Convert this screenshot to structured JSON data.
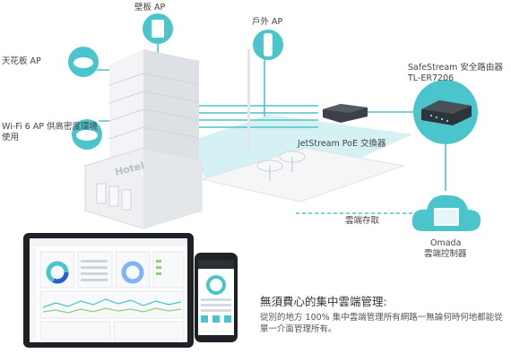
{
  "labels": {
    "wall_ap": "壁板 AP",
    "outdoor_ap": "戶外 AP",
    "ceiling_ap": "天花板 AP",
    "wifi6_ap": "Wi-Fi 6 AP 供高密度環境使用",
    "router": "SafeStream 安全路由器 TL-ER7206",
    "switch": "JetStream PoE 交換器",
    "cloud_storage": "雲端存取",
    "controller_line1": "Omada",
    "controller_line2": "雲端控制器",
    "hotel_sign": "Hotel"
  },
  "bottom": {
    "title": "無須費心的集中雲端管理:",
    "body": "從別的地方 100% 集中雲端管理所有網路一無論何時何地都能從單一介面管理所有。"
  },
  "colors": {
    "teal": "#4bc4cb",
    "teal_light": "#8fd9de",
    "building": "#e6e9ec",
    "building_dark": "#cfd4d9",
    "device": "#3c4148"
  }
}
